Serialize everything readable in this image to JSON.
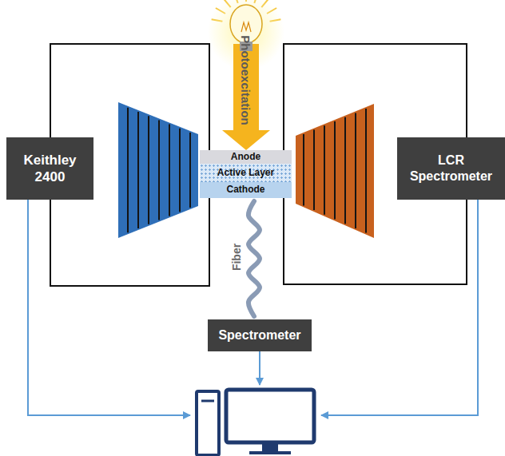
{
  "diagram": {
    "nodes": [
      {
        "text": [
          "Keithley 2400"
        ]
      },
      {
        "text": [
          "LCR Spectrometer"
        ]
      },
      {
        "text": [
          "Anode"
        ]
      },
      {
        "text": [
          "Active Layer"
        ]
      },
      {
        "text": [
          "Cathode"
        ]
      },
      {
        "text": [
          "Spectrometer"
        ]
      }
    ],
    "edges": [
      {
        "from": 0,
        "to": 2,
        "arrow": "none"
      },
      {
        "from": 0,
        "to": 4,
        "arrow": "none"
      },
      {
        "from": 1,
        "to": 2,
        "arrow": "none"
      },
      {
        "from": 1,
        "to": 4,
        "arrow": "none"
      },
      {
        "from": 4,
        "to": 5,
        "label": "Fiber",
        "arrow": "none"
      }
    ],
    "labels": [
      "Photoexcitation"
    ]
  }
}
